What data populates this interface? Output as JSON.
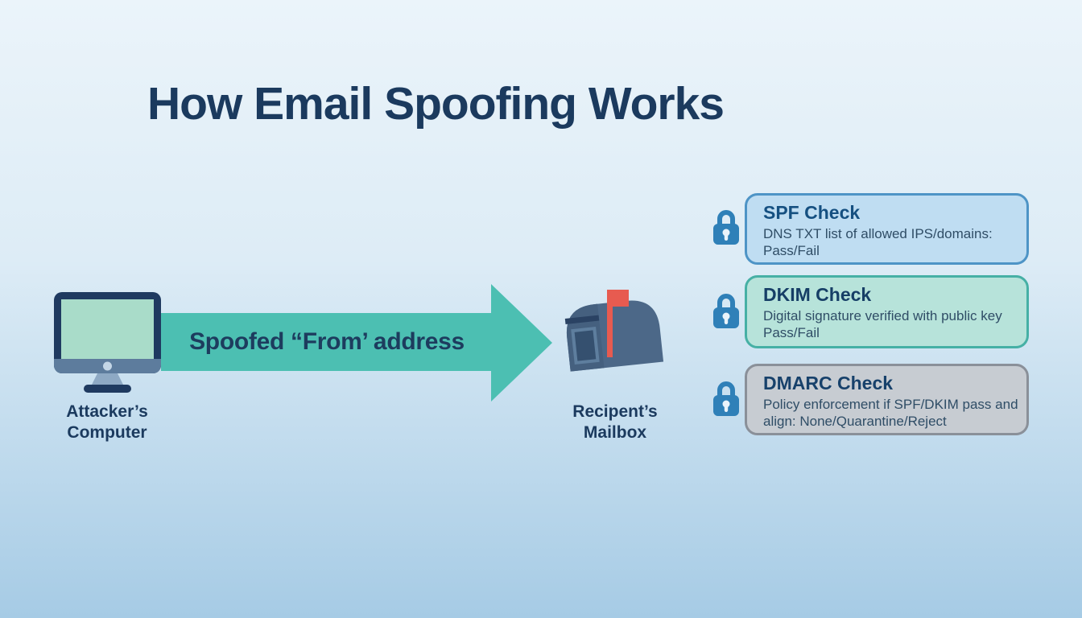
{
  "title": "How Email Spoofing Works",
  "background": {
    "gradient_top": "#ebf4fa",
    "gradient_bottom": "#a6cbe5"
  },
  "attacker": {
    "icon": "computer-monitor-icon",
    "label_lines": [
      "Attacker’s",
      "Computer"
    ]
  },
  "recipient": {
    "icon": "mailbox-icon",
    "label_lines": [
      "Recipent’s",
      "Mailbox"
    ]
  },
  "arrow": {
    "label": "Spoofed “From’ address",
    "color": "#4cbfb2",
    "direction": "right"
  },
  "checks": [
    {
      "id": "spf",
      "icon": "lock-icon",
      "title": "SPF Check",
      "desc_lines": [
        "DNS TXT list of allowed IPS/domains:",
        "Pass/Fail"
      ],
      "fill": "#bfddf2",
      "border": "#4e94c6",
      "title_color": "#155081"
    },
    {
      "id": "dkim",
      "icon": "lock-icon",
      "title": "DKIM Check",
      "desc_lines": [
        "Digital signature verified with public key",
        "Pass/Fail"
      ],
      "fill": "#b7e3da",
      "border": "#46b0a5",
      "title_color": "#163e66"
    },
    {
      "id": "dmarc",
      "icon": "lock-icon",
      "title": "DMARC Check",
      "desc_lines": [
        "Policy enforcement if SPF/DKIM pass and",
        "align:  None/Quarantine/Reject"
      ],
      "fill": "#c7ccd2",
      "border": "#8a9099",
      "title_color": "#17416b"
    }
  ],
  "palette": {
    "title_color": "#1b3a5e",
    "label_color": "#1b3a5e",
    "lock_blue": "#2f80b8",
    "mailbox_slate": "#4c6888",
    "flag_red": "#e75b50",
    "screen_mint": "#a9dcc9",
    "monitor_navy": "#1f3a60",
    "desc_color": "#2f4d66"
  }
}
